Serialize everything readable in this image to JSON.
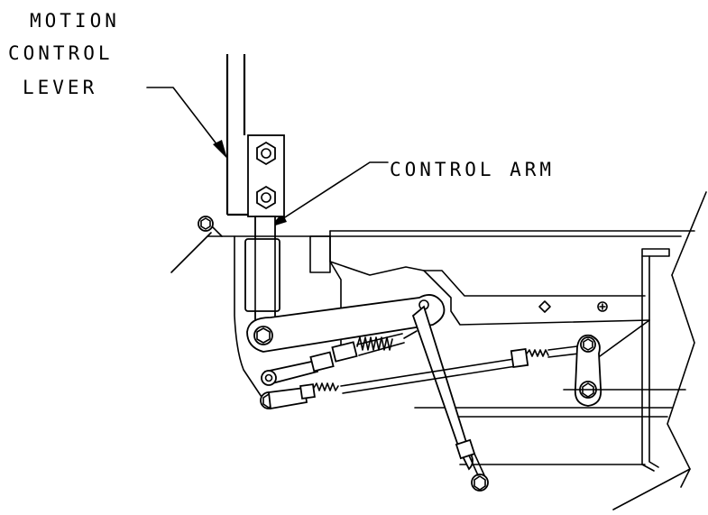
{
  "labels": {
    "motion_control_lever": [
      "MOTION",
      "CONTROL",
      "LEVER"
    ],
    "control_arm": "CONTROL ARM"
  },
  "colors": {
    "line": "#000000",
    "background": "#ffffff"
  }
}
